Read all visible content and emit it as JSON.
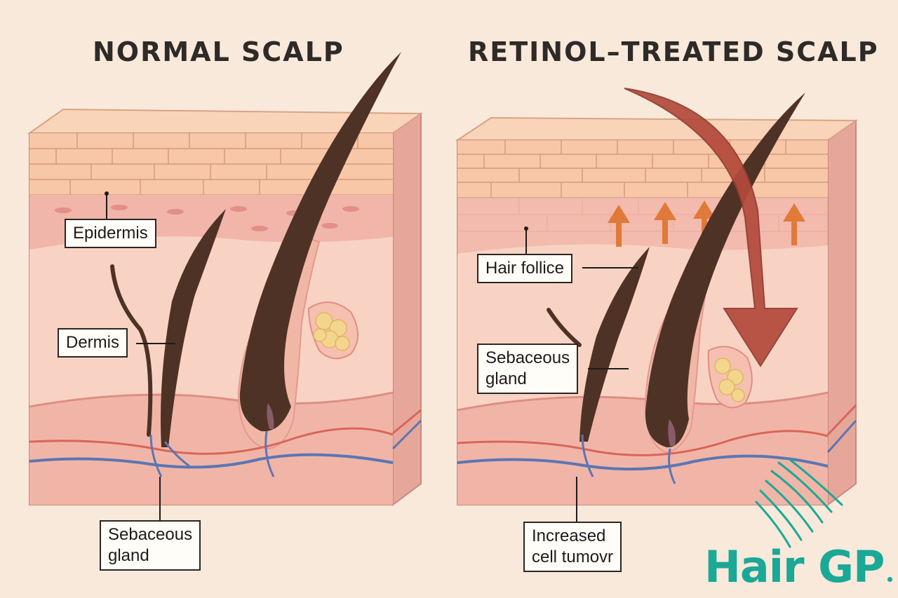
{
  "panels": {
    "left": {
      "title": "NORMAL SCALP"
    },
    "right": {
      "title": "RETINOL–TREATED SCALP"
    }
  },
  "labels": {
    "left": {
      "epidermis": "Epidermis",
      "dermis": "Dermis",
      "sebaceous_gland": "Sebaceous\ngland"
    },
    "right": {
      "hair_follicle": "Hair follice",
      "sebaceous_gland": "Sebaceous\ngland",
      "increased_cell_turnover": "Increased\ncell tumovr"
    }
  },
  "logo": {
    "text": "Hair GP",
    "icon": "hair-strands-icon"
  },
  "colors": {
    "background": "#f8e9da",
    "epidermis_top": "#f7c9a9",
    "skin": "#f3c2b3",
    "hair": "#4f3226",
    "vein": "#5b76b4",
    "artery": "#d9655a",
    "arrow_down": "#b34a3c",
    "arrow_up": "#e07a39",
    "gland": "#f4d58d",
    "brand": "#1aa897"
  }
}
